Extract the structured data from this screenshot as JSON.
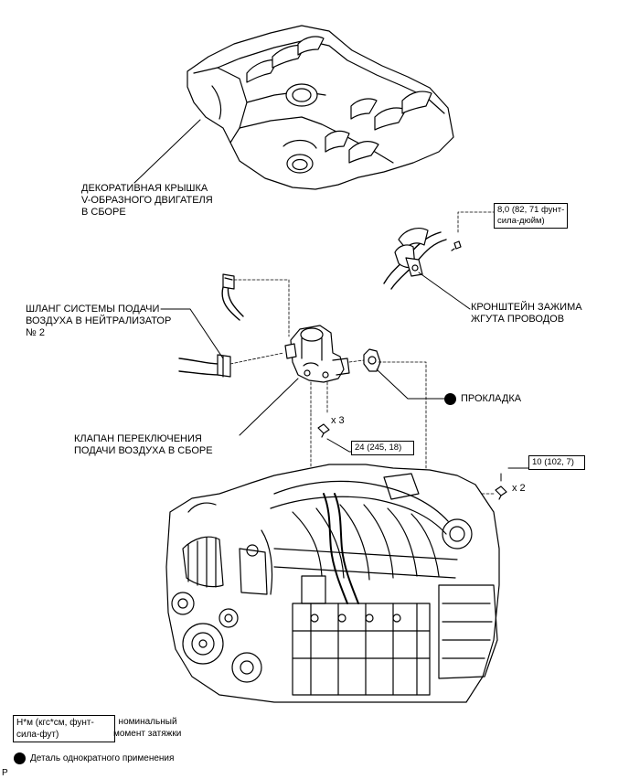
{
  "labels": {
    "cover_line1": "ДЕКОРАТИВНАЯ КРЫШКА",
    "cover_line2": "V-ОБРАЗНОГО ДВИГАТЕЛЯ",
    "cover_line3": "В СБОРЕ",
    "hose_line1": "ШЛАНГ СИСТЕМЫ ПОДАЧИ",
    "hose_line2": "ВОЗДУХА В НЕЙТРАЛИЗАТОР",
    "hose_line3": "№ 2",
    "bracket_line1": "КРОНШТЕЙН ЗАЖИМА",
    "bracket_line2": "ЖГУТА ПРОВОДОВ",
    "gasket": "ПРОКЛАДКА",
    "valve_line1": "КЛАПАН ПЕРЕКЛЮЧЕНИЯ",
    "valve_line2": "ПОДАЧИ ВОЗДУХА В СБОРЕ"
  },
  "torque": {
    "bracket_line1": "8,0 (82, 71 фунт-",
    "bracket_line2": "сила-дюйм)",
    "valve": "24 (245, 18)",
    "engine": "10 (102, 7)"
  },
  "counts": {
    "valve_bolts": "x 3",
    "engine_bolts": "x 2"
  },
  "legend": {
    "unit_line1": "Н*м (кгс*см, фунт-",
    "unit_line2": "сила-фут)",
    "nominal_line1": ": номинальный",
    "nominal_line2": "момент затяжки",
    "single_use": "Деталь однократного применения"
  },
  "footer_code": "P"
}
